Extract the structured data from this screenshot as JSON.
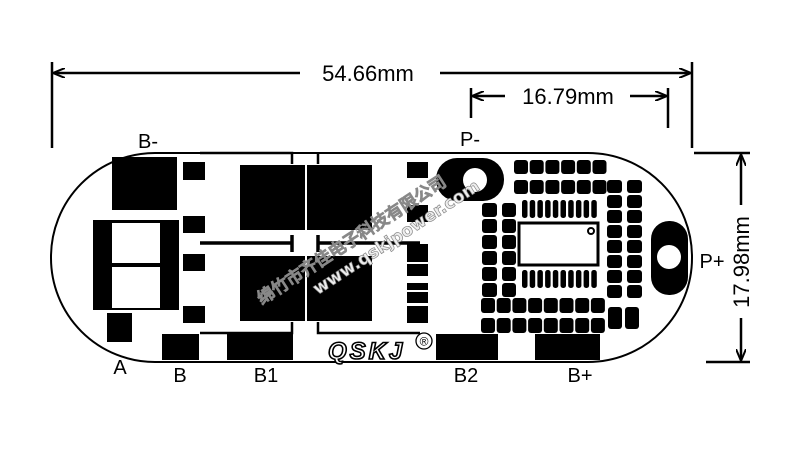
{
  "dimensions": {
    "total_length": "54.66mm",
    "pad_spacing": "16.79mm",
    "width": "17.98mm"
  },
  "labels": {
    "b_minus": "B-",
    "p_minus": "P-",
    "p_plus": "P+",
    "a": "A",
    "b": "B",
    "b1": "B1",
    "b2": "B2",
    "b_plus": "B+"
  },
  "logo": {
    "text": "QSKJ",
    "mark": "®"
  },
  "watermark": {
    "company": "绵竹市齐佳电子科技有限公司",
    "url": "www.qskjpower.com"
  },
  "colors": {
    "ink": "#000000",
    "background": "#ffffff"
  }
}
